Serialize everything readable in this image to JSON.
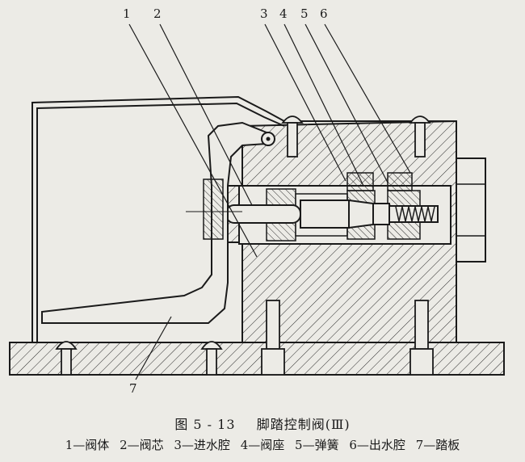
{
  "diagram": {
    "callouts": [
      "1",
      "2",
      "3",
      "4",
      "5",
      "6",
      "7"
    ],
    "figure_number": "图 5 - 13",
    "figure_title": "脚踏控制阀(Ⅲ)",
    "legend": [
      "1—阀体",
      "2—阀芯",
      "3—进水腔",
      "4—阀座",
      "5—弹簧",
      "6—出水腔",
      "7—踏板"
    ]
  }
}
